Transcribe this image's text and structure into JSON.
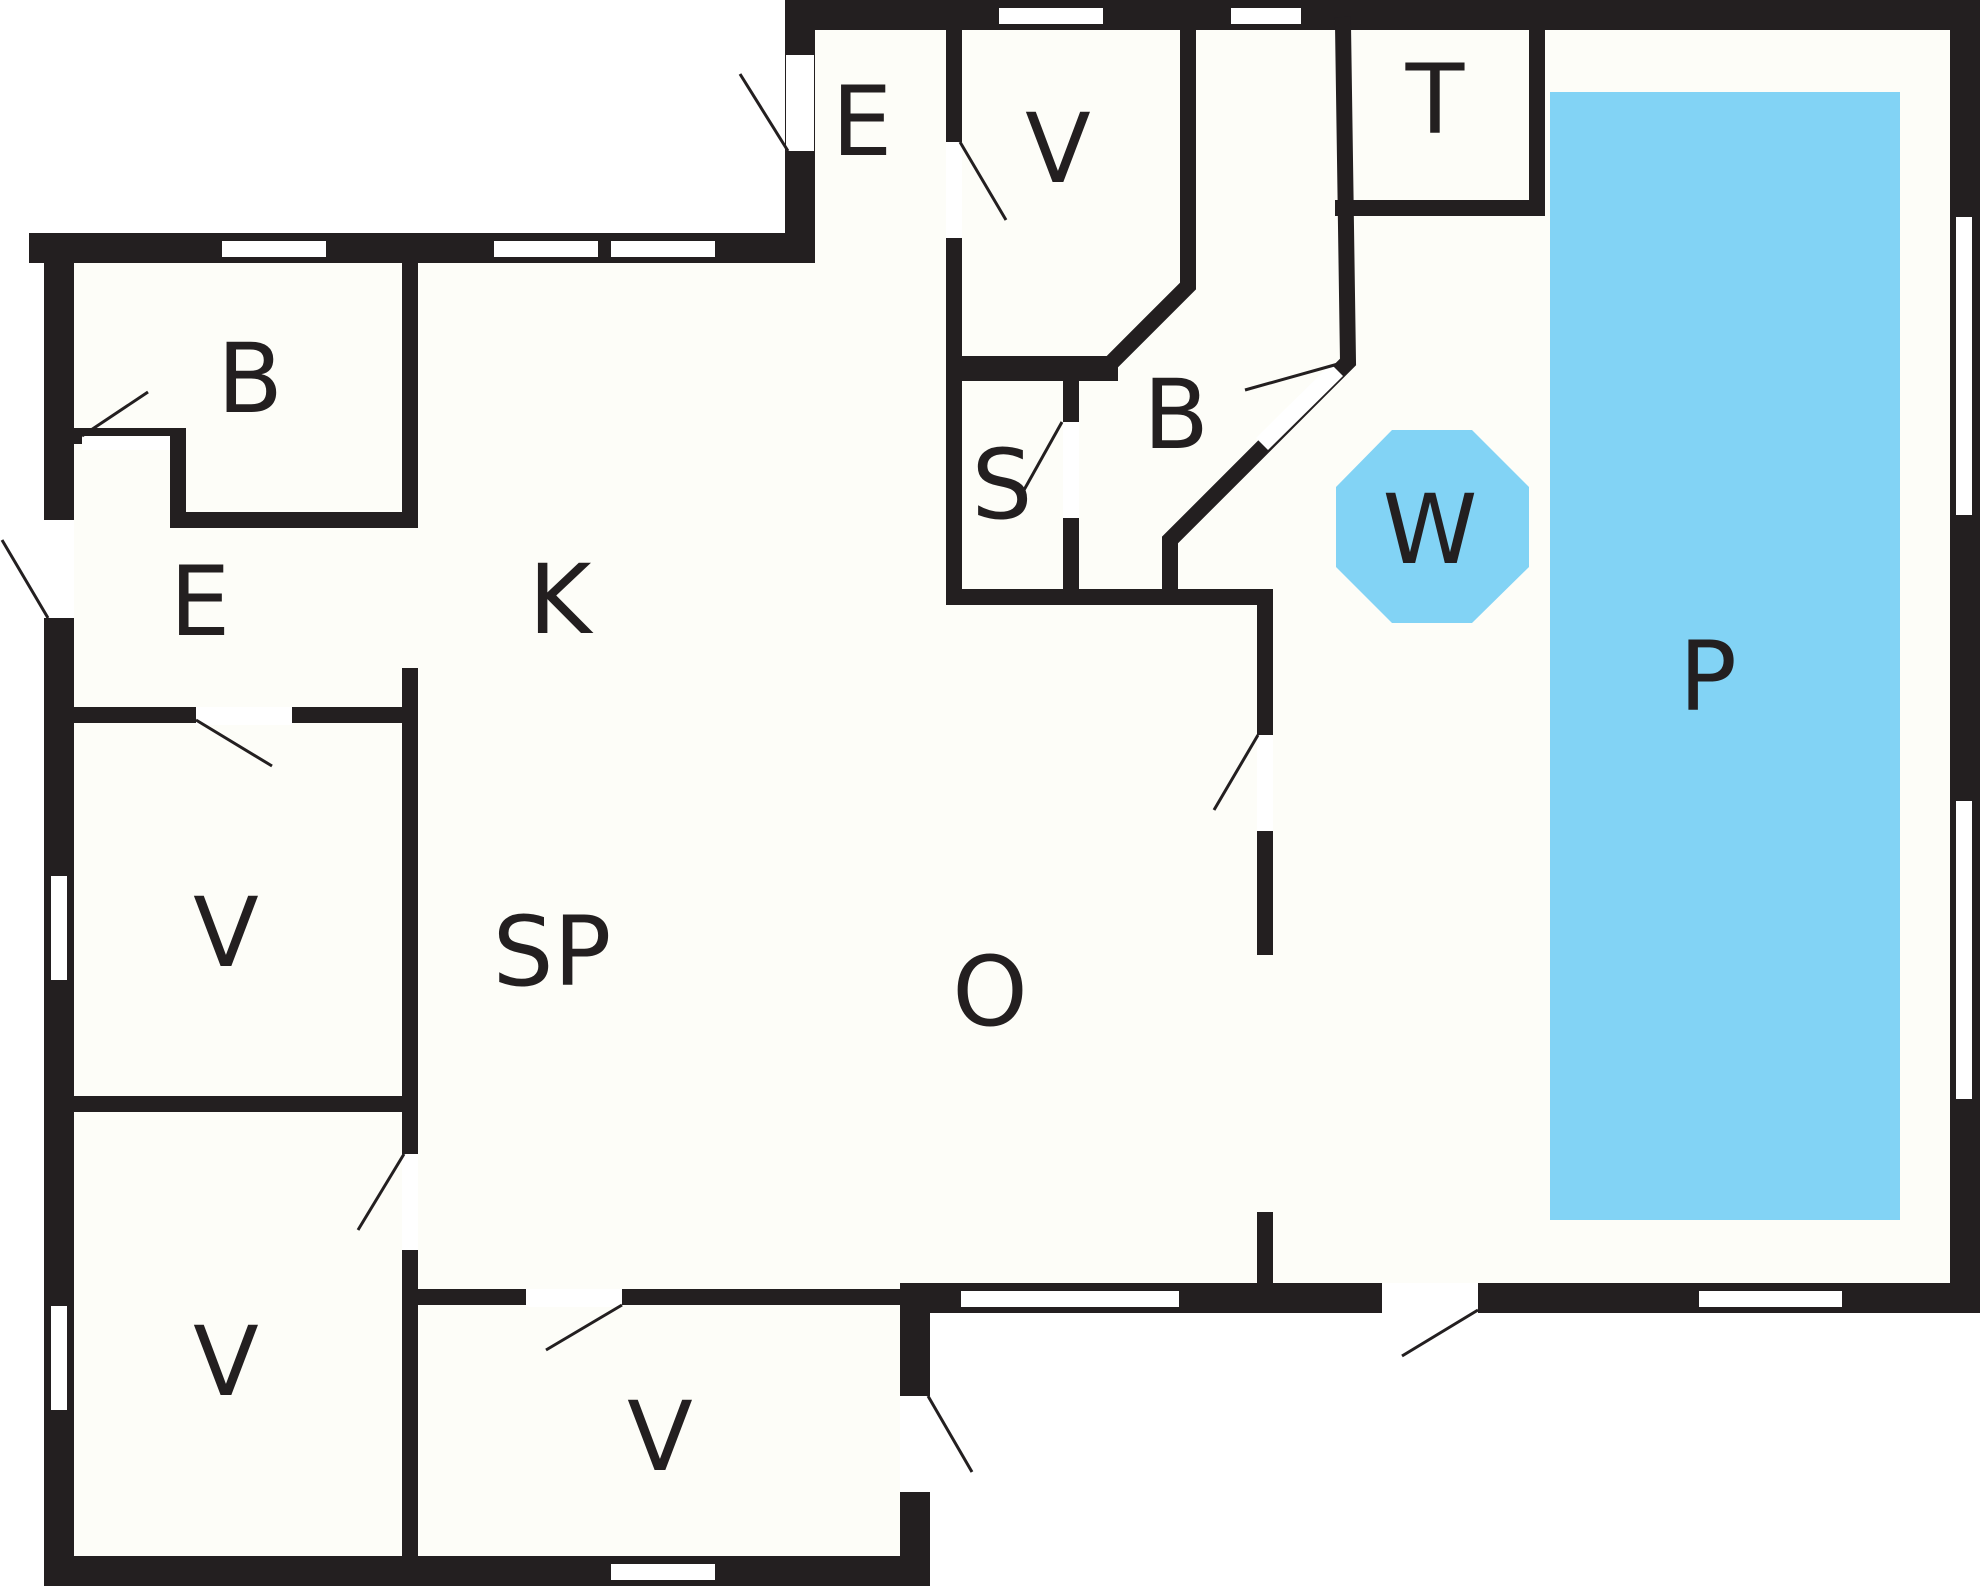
{
  "colors": {
    "wall": "#231f20",
    "floor": "#fdfdf8",
    "water": "#82d3f5",
    "window": "#ffffff"
  },
  "rooms": {
    "e_top": "E",
    "v_top": "V",
    "t": "T",
    "b_left": "B",
    "b_mid": "B",
    "s": "S",
    "w": "W",
    "e_left": "E",
    "k": "K",
    "p": "P",
    "v_left1": "V",
    "sp": "SP",
    "o": "O",
    "v_left2": "V",
    "v_bottom": "V"
  }
}
